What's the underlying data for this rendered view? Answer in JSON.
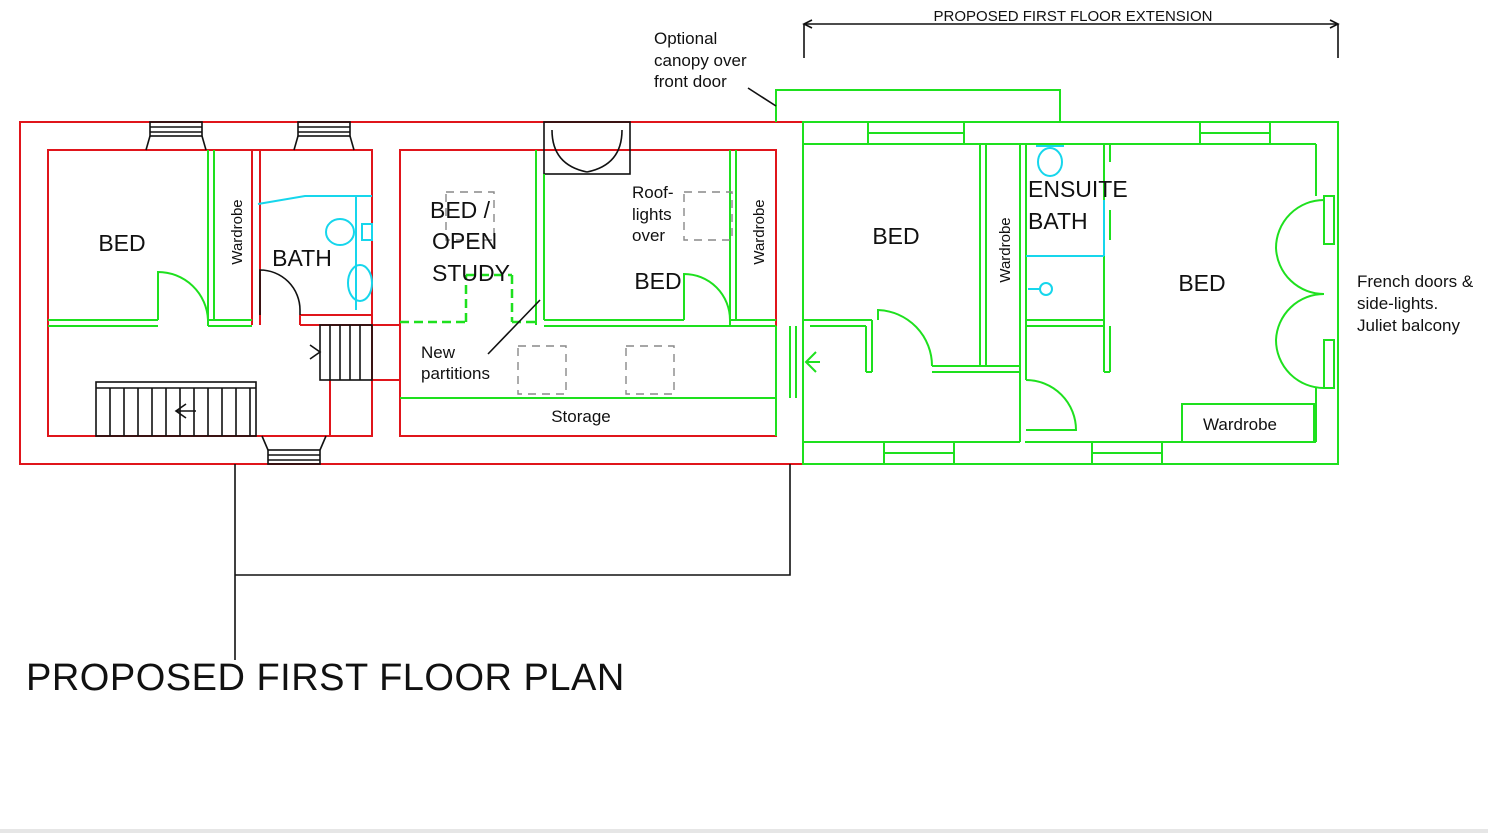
{
  "drawing": {
    "title": "PROPOSED FIRST FLOOR PLAN",
    "extension_label": "PROPOSED FIRST FLOOR EXTENSION"
  },
  "rooms": {
    "bed_1": "BED",
    "wardrobe_1": "Wardrobe",
    "bath": "BATH",
    "bed_open_study_line1": "BED /",
    "bed_open_study_line2": "OPEN",
    "bed_open_study_line3": "STUDY",
    "bed_2": "BED",
    "wardrobe_2": "Wardrobe",
    "storage": "Storage",
    "bed_3": "BED",
    "wardrobe_3": "Wardrobe",
    "ensuite_line1": "ENSUITE",
    "ensuite_line2": "BATH",
    "bed_4": "BED",
    "wardrobe_4": "Wardrobe"
  },
  "notes": {
    "canopy_line1": "Optional",
    "canopy_line2": "canopy over",
    "canopy_line3": "front door",
    "rooflights_line1": "Roof-",
    "rooflights_line2": "lights",
    "rooflights_line3": "over",
    "partitions_line1": "New",
    "partitions_line2": "partitions",
    "french_line1": "French doors &",
    "french_line2": "side-lights.",
    "french_line3": "Juliet balcony"
  },
  "colors": {
    "existing_walls": "#e0151b",
    "proposed_walls": "#1ee01e",
    "sanitaryware": "#16d6ec",
    "annotation": "#111111"
  }
}
